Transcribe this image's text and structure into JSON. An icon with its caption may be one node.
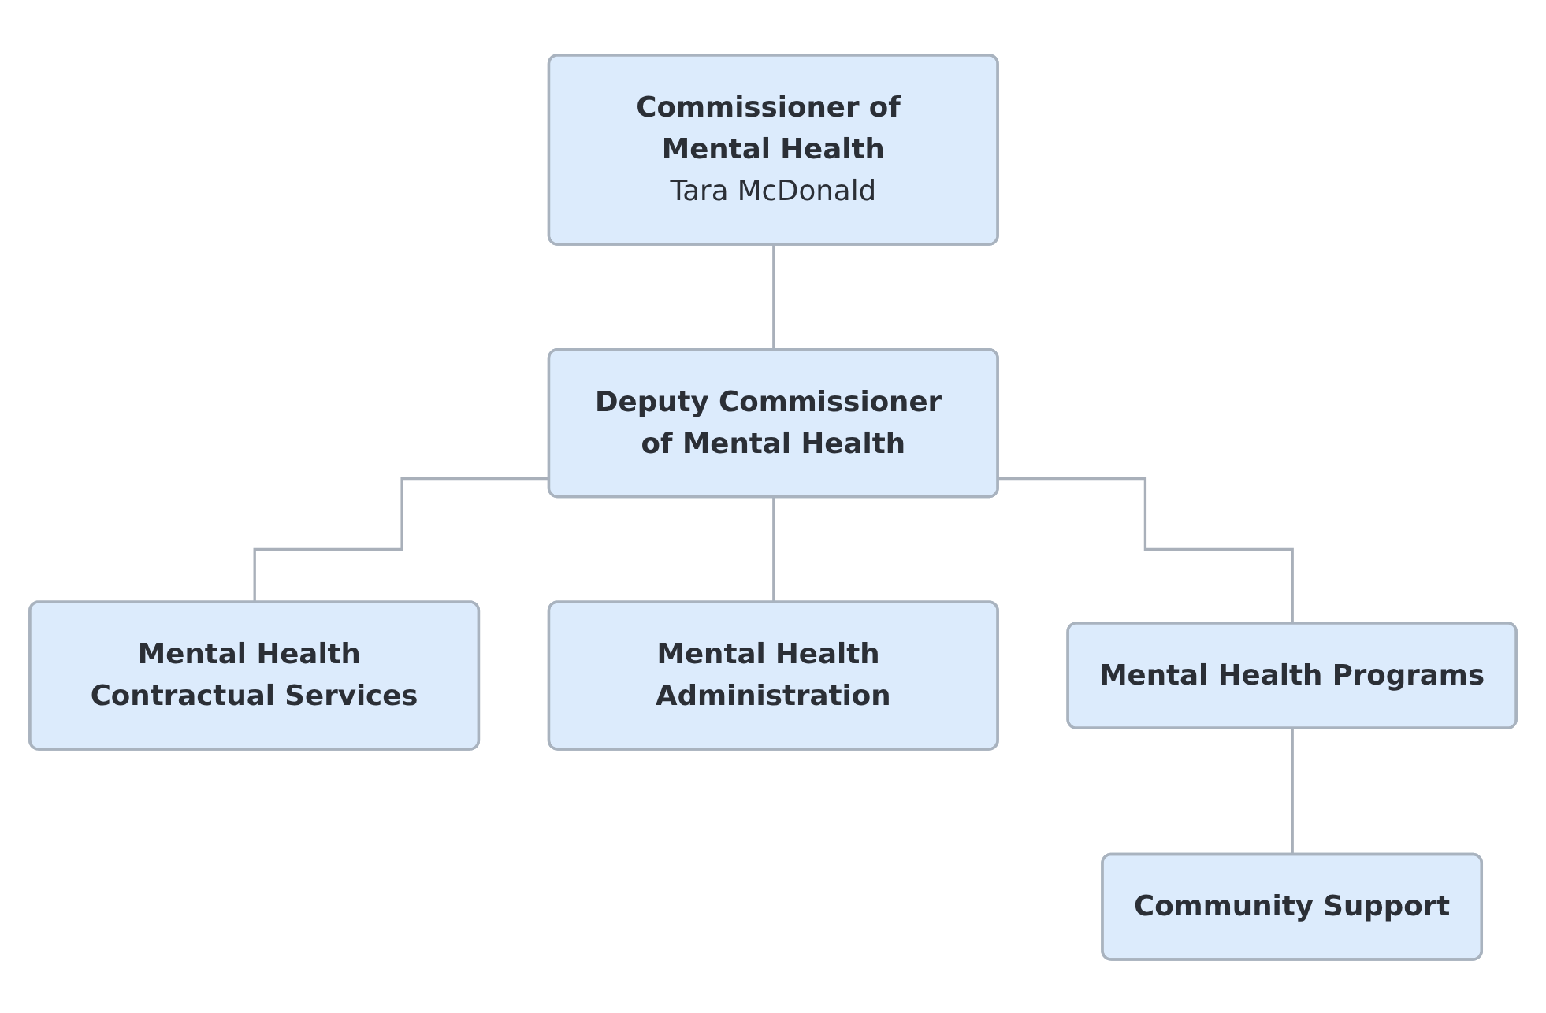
{
  "diagram": {
    "nodes": [
      {
        "text": [
          "Commissioner of Mental Health",
          "Tara McDonald"
        ]
      },
      {
        "text": [
          "Deputy Commissioner of Mental Health"
        ]
      },
      {
        "text": [
          "Mental Health Contractual Services"
        ]
      },
      {
        "text": [
          "Mental Health Administration"
        ]
      },
      {
        "text": [
          "Mental Health Programs"
        ]
      },
      {
        "text": [
          "Community Support"
        ]
      }
    ],
    "edges": [
      {
        "from": 0,
        "to": 1,
        "arrow": "none"
      },
      {
        "from": 1,
        "to": 2,
        "arrow": "none"
      },
      {
        "from": 1,
        "to": 3,
        "arrow": "none"
      },
      {
        "from": 1,
        "to": 4,
        "arrow": "none"
      },
      {
        "from": 4,
        "to": 5,
        "arrow": "none"
      }
    ]
  }
}
